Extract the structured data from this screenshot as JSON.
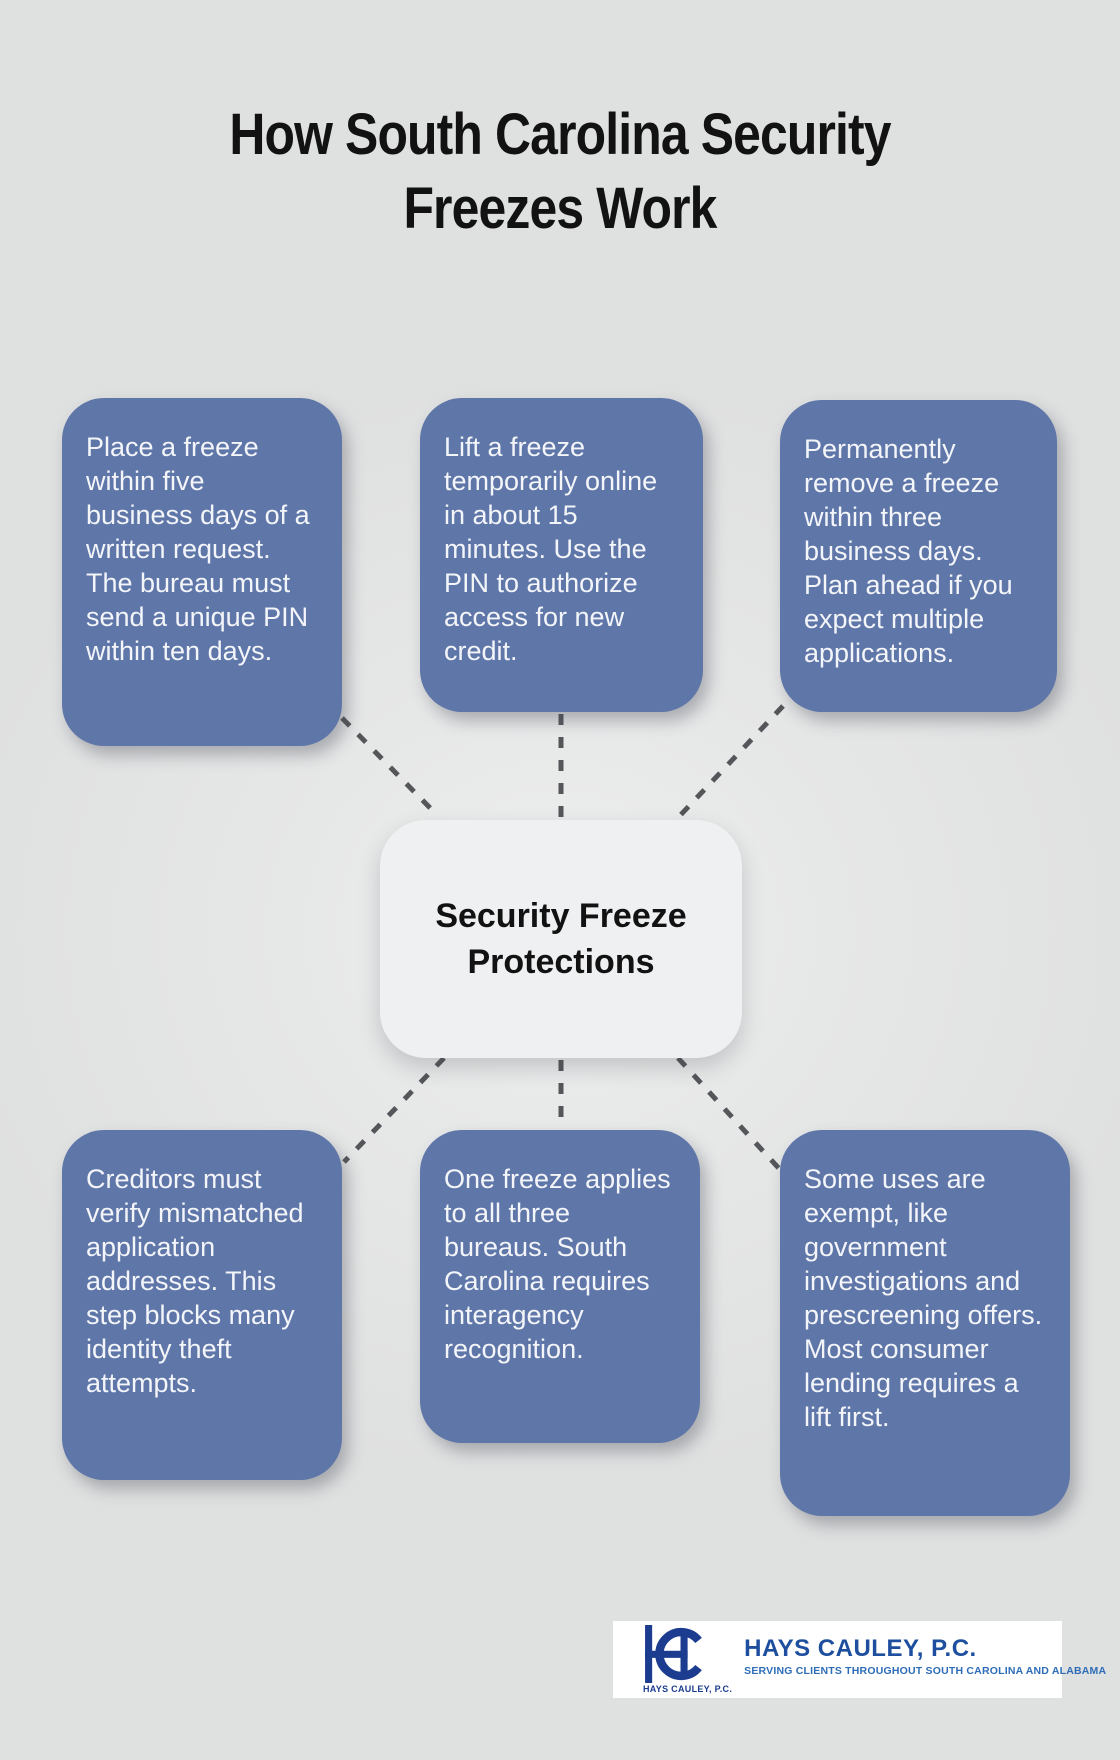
{
  "title": {
    "lines": [
      "How South Carolina Security",
      "Freezes Work"
    ]
  },
  "center": {
    "label": "Security Freeze Protections"
  },
  "cards": [
    {
      "id": "place-freeze",
      "text": "Place a freeze within five business days of a written request. The bureau must send a unique PIN within ten days."
    },
    {
      "id": "lift-freeze",
      "text": "Lift a freeze temporarily online in about 15 minutes. Use the PIN to authorize access for new credit."
    },
    {
      "id": "remove-freeze",
      "text": "Permanently remove a freeze within three business days. Plan ahead if you expect multiple applications."
    },
    {
      "id": "creditor-verify",
      "text": "Creditors must verify mismatched application addresses. This step blocks many identity theft attempts."
    },
    {
      "id": "one-freeze",
      "text": "One freeze applies to all three bureaus. South Carolina requires interagency recognition."
    },
    {
      "id": "exempt-uses",
      "text": "Some uses are exempt, like government investigations and prescreening offers. Most consumer lending requires a lift first."
    }
  ],
  "logo": {
    "monogram_icon": "hc-monogram-icon",
    "monogram_caption": "HAYS CAULEY, P.C.",
    "company": "HAYS CAULEY, P.C.",
    "tagline": "SERVING CLIENTS THROUGHOUT SOUTH CAROLINA AND ALABAMA"
  },
  "colors": {
    "background": "#dfe0e0",
    "card_blue": "#5f76a9",
    "card_text": "#f3f5f9",
    "center_bg": "#eff0f1",
    "connector_gray": "#54565a",
    "logo_dark_blue": "#1b3c8f",
    "logo_company_blue": "#1d4f9e",
    "logo_tagline_blue": "#2d6db8",
    "title_black": "#121212"
  }
}
